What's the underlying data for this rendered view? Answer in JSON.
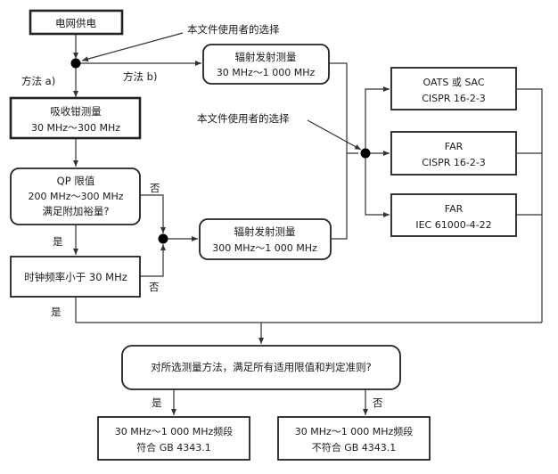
{
  "boxes": {
    "grid_power": "电网供电",
    "clamp_title": "吸收钳测量",
    "clamp_range": "30 MHz～300 MHz",
    "qp_line1": "QP 限值",
    "qp_line2": "200 MHz～300 MHz",
    "qp_line3": "满足附加裕量?",
    "clock": "时钟频率小于 30 MHz",
    "rad1_title": "辐射发射测量",
    "rad1_range": "30 MHz～1 000 MHz",
    "rad2_title": "辐射发射测量",
    "rad2_range": "300 MHz～1 000 MHz",
    "oats_line1": "OATS 或 SAC",
    "oats_line2": "CISPR 16-2-3",
    "far1_line1": "FAR",
    "far1_line2": "CISPR 16-2-3",
    "far2_line1": "FAR",
    "far2_line2": "IEC 61000-4-22",
    "decision": "对所选测量方法，满足所有适用限值和判定准则?",
    "comply_line1": "30 MHz～1 000 MHz频段",
    "comply_line2": "符合 GB 4343.1",
    "noncomply_line1": "30 MHz～1 000 MHz频段",
    "noncomply_line2": "不符合 GB 4343.1"
  },
  "labels": {
    "user_choice_1": "本文件使用者的选择",
    "user_choice_2": "本文件使用者的选择",
    "method_a": "方法 a)",
    "method_b": "方法 b)",
    "no_qp": "否",
    "yes_qp": "是",
    "no_clock": "否",
    "yes_clock": "是",
    "yes_decision": "是",
    "no_decision": "否"
  }
}
